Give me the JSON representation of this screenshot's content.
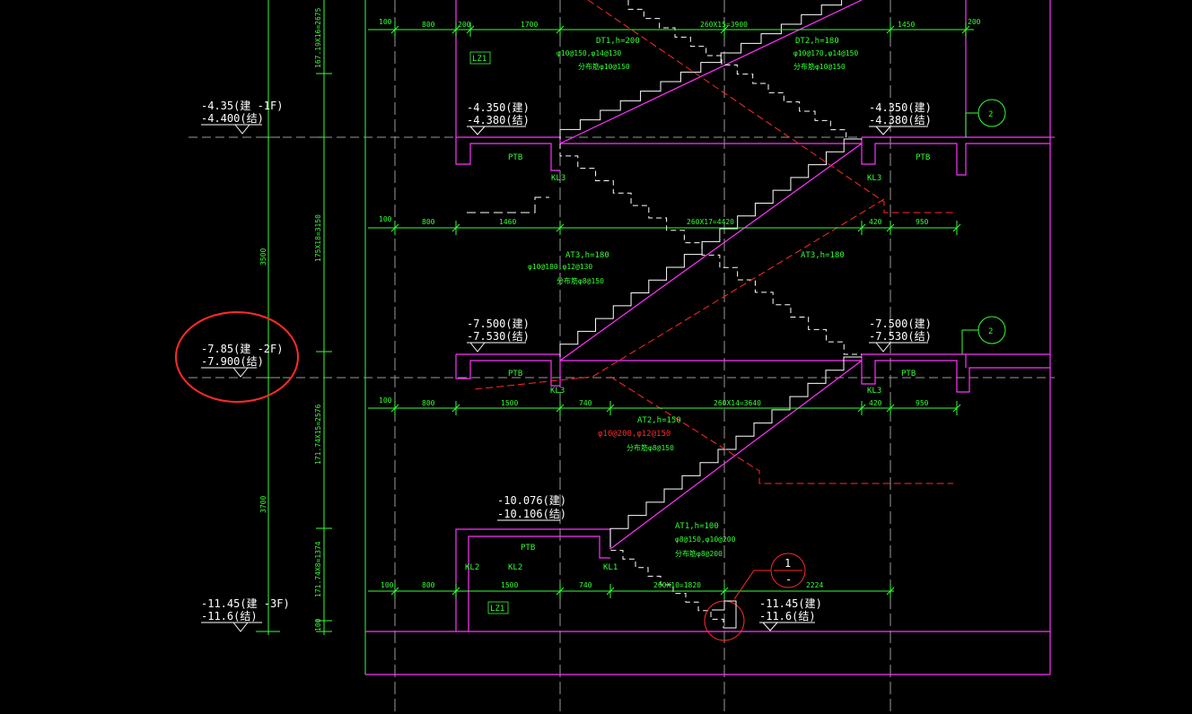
{
  "colors": {
    "background": "#000000",
    "structure": "#ff33ff",
    "dimension": "#33ff33",
    "text": "#ffffff",
    "axis": "#aaaaaa",
    "section": "#ff2a2a"
  },
  "levels": {
    "top_left": {
      "arch": "-4.35(建 -1F)",
      "struct": "-4.400(结)"
    },
    "mid_left": {
      "arch": "-7.85(建 -2F)",
      "struct": "-7.900(结)"
    },
    "bottom_left": {
      "arch": "-11.45(建 -3F)",
      "struct": "-11.6(结)"
    },
    "landing_top_left": {
      "arch": "-4.350(建)",
      "struct": "-4.380(结)"
    },
    "landing_top_right": {
      "arch": "-4.350(建)",
      "struct": "-4.380(结)"
    },
    "landing_mid_left": {
      "arch": "-7.500(建)",
      "struct": "-7.530(结)"
    },
    "landing_mid_right": {
      "arch": "-7.500(建)",
      "struct": "-7.530(结)"
    },
    "landing_low": {
      "arch": "-10.076(建)",
      "struct": "-10.106(结)"
    },
    "landing_bottom": {
      "arch": "-11.45(建)",
      "struct": "-11.6(结)"
    }
  },
  "dims_top": [
    "100",
    "800",
    "200",
    "1700",
    "260X15=3900",
    "1450",
    "200"
  ],
  "dims_row1": [
    "100",
    "800",
    "1460",
    "260X17=4420",
    "420",
    "950"
  ],
  "dims_row2": [
    "100",
    "800",
    "1500",
    "740",
    "260X14=3640",
    "420",
    "950"
  ],
  "dims_row3": [
    "100",
    "800",
    "1500",
    "740",
    "260X10=1820",
    "2224"
  ],
  "vertical_dims": [
    "167.19X16=2675",
    "3500",
    "175X18=3150",
    "171.74X15=2576",
    "3700",
    "171.74X8=1374",
    "100"
  ],
  "stairs": {
    "dt1": {
      "title": "DT1,h=200",
      "rebar": "φ10@150,φ14@130",
      "dist": "分布筋φ10@150"
    },
    "dt2": {
      "title": "DT2,h=180",
      "rebar": "φ10@170,φ14@150",
      "dist": "分布筋φ10@150"
    },
    "at3_left": {
      "title": "AT3,h=180",
      "rebar": "φ10@180,φ12@130",
      "dist": "分布筋φ8@150"
    },
    "at3_right": {
      "title": "AT3,h=180"
    },
    "at2": {
      "title": "AT2,h=150",
      "rebar": "φ10@200,φ12@150",
      "dist": "分布筋φ8@150"
    },
    "at1": {
      "title": "AT1,h=100",
      "rebar": "φ8@150,φ10@200",
      "dist": "分布筋φ8@200"
    }
  },
  "tags": {
    "lz1": "LZ1",
    "ptb": "PTB",
    "kl1": "KL1",
    "kl2": "KL2",
    "kl3": "KL3"
  },
  "callouts": {
    "axis_2": "2",
    "section_num": "1",
    "section_sub": "-"
  }
}
